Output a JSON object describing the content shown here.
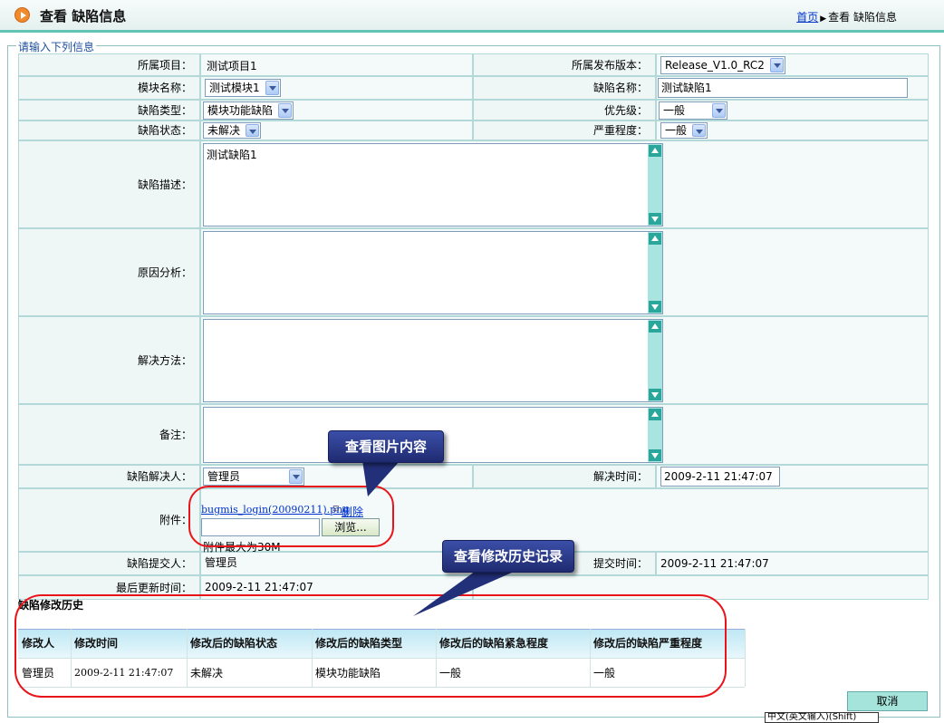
{
  "header": {
    "title": "查看 缺陷信息",
    "breadcrumb_home": "首页",
    "breadcrumb_current": "查看 缺陷信息"
  },
  "form": {
    "legend": "请输入下列信息",
    "project_label": "所属项目：",
    "project_value": "测试项目1",
    "release_label": "所属发布版本：",
    "release_value": "Release_V1.0_RC2",
    "module_label": "模块名称：",
    "module_value": "测试模块1",
    "defect_name_label": "缺陷名称：",
    "defect_name_value": "测试缺陷1",
    "defect_type_label": "缺陷类型：",
    "defect_type_value": "模块功能缺陷",
    "priority_label": "优先级：",
    "priority_value": "一般",
    "status_label": "缺陷状态：",
    "status_value": "未解决",
    "severity_label": "严重程度：",
    "severity_value": "一般",
    "description_label": "缺陷描述：",
    "description_value": "测试缺陷1",
    "cause_label": "原因分析：",
    "cause_value": "",
    "solution_label": "解决方法：",
    "solution_value": "",
    "remark_label": "备注：",
    "remark_value": "",
    "resolver_label": "缺陷解决人：",
    "resolver_value": "管理员",
    "resolve_time_label": "解决时间：",
    "resolve_time_value": "2009-2-11 21:47:07",
    "attachment_label": "附件：",
    "attachment_file": "bugmis_login(20090211).png",
    "attachment_delete": "删除",
    "browse_button": "浏览...",
    "attachment_limit": "附件最大为30M",
    "submitter_label": "缺陷提交人：",
    "submitter_value": "管理员",
    "submit_time_label": "提交时间：",
    "submit_time_value": "2009-2-11 21:47:07",
    "updated_label": "最后更新时间：",
    "updated_value": "2009-2-11 21:47:07"
  },
  "history": {
    "title": "缺陷修改历史",
    "columns": [
      "修改人",
      "修改时间",
      "修改后的缺陷状态",
      "修改后的缺陷类型",
      "修改后的缺陷紧急程度",
      "修改后的缺陷严重程度"
    ],
    "rows": [
      [
        "管理员",
        "2009-2-11 21:47:07",
        "未解决",
        "模块功能缺陷",
        "一般",
        "一般"
      ]
    ]
  },
  "callouts": {
    "image": "查看图片内容",
    "history": "查看修改历史记录"
  },
  "cancel_button": "取消",
  "ime_status": "中文(英文输入)(Shift)",
  "colors": {
    "header_accent": "#62c4b6",
    "grid_line": "#b2d8d8",
    "callout_bg": "#2a3a8c",
    "highlight_ring": "#e8141a"
  }
}
